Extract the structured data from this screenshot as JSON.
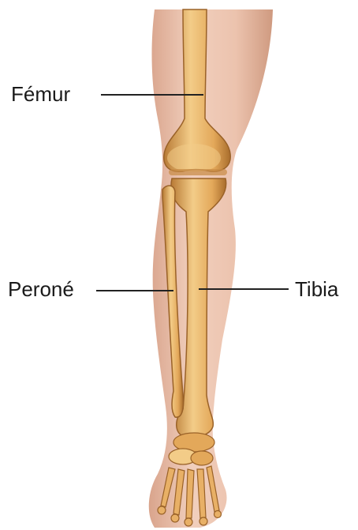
{
  "labels": {
    "femur": "Fémur",
    "perone": "Peroné",
    "tibia": "Tibia"
  },
  "colors": {
    "background": "#ffffff",
    "skin": "#ecc3ae",
    "skin_shadow": "#d9a48c",
    "bone": "#e3a85a",
    "bone_light": "#f3cc88",
    "bone_dark": "#b87a35",
    "leader_line": "#222222",
    "label_text": "#1a1a1a"
  }
}
